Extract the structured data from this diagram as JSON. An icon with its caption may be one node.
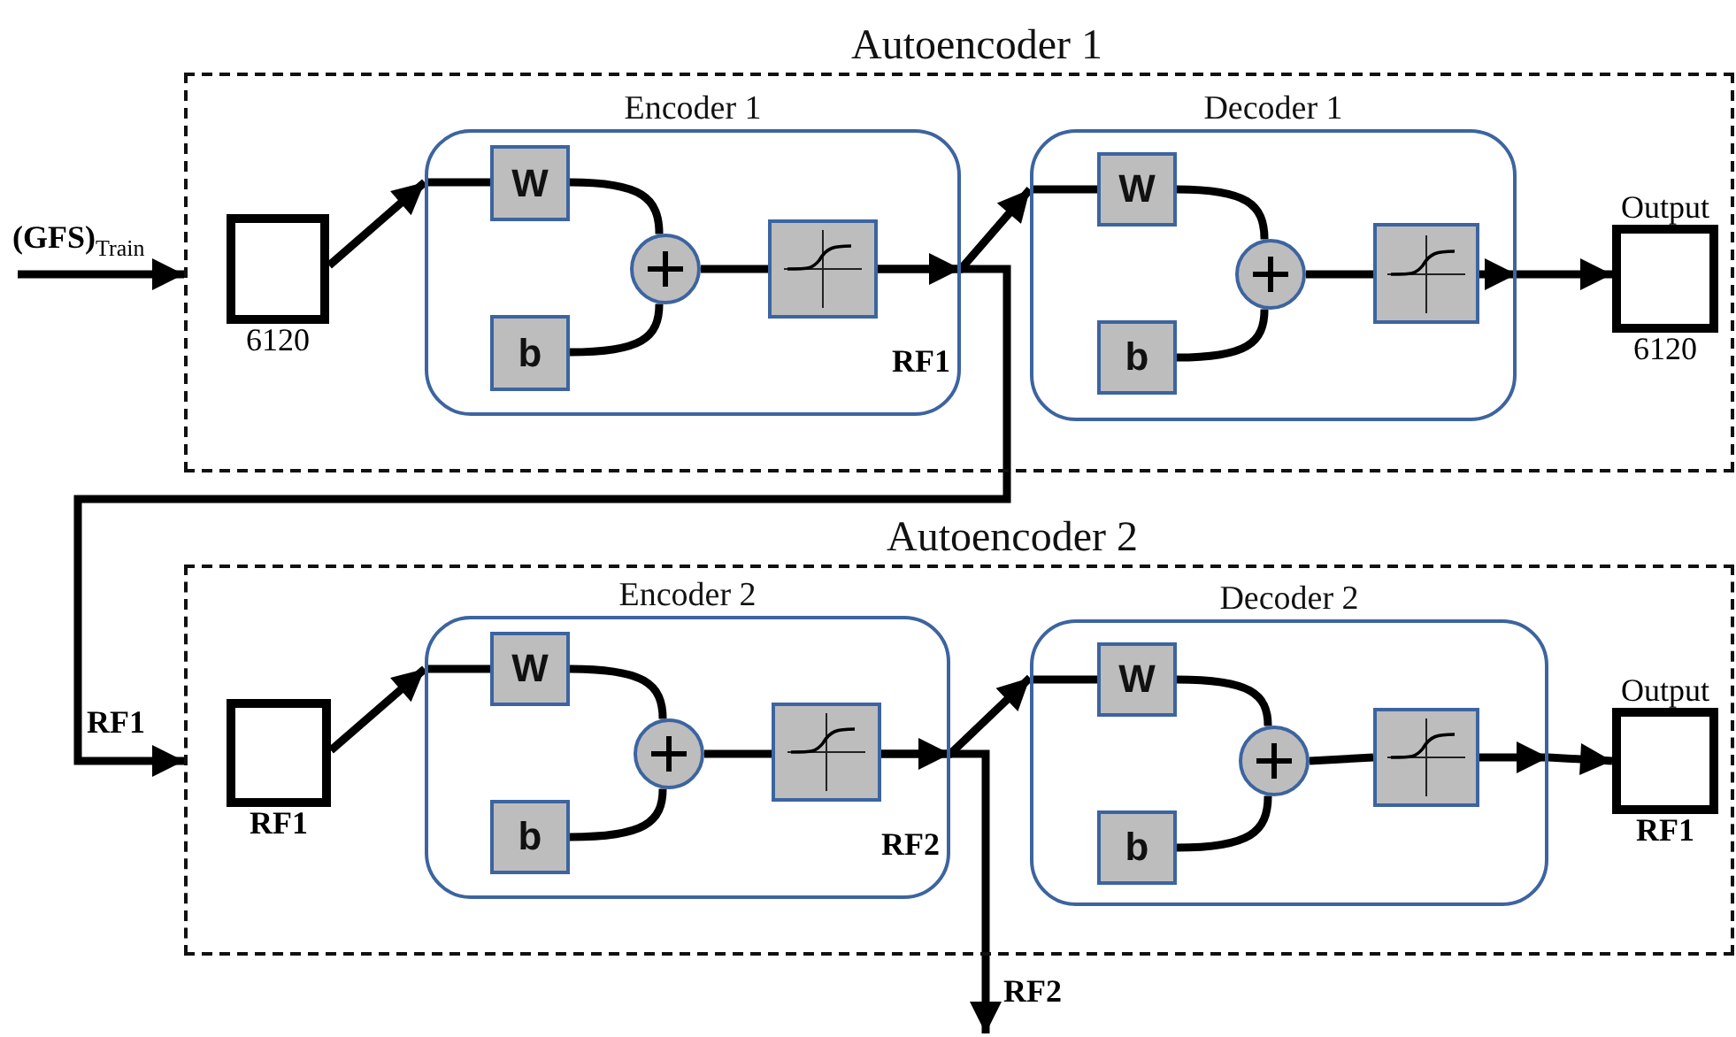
{
  "diagram": {
    "nodes": [
      {
        "text": [
          "Autoencoder 1"
        ]
      },
      {
        "text": [],
        "shape": "box",
        "beside": [
          "6120"
        ],
        "in": 0
      },
      {
        "text": [
          "Encoder 1",
          "RF1"
        ],
        "in": 0
      },
      {
        "text": [
          "W"
        ],
        "in": 2
      },
      {
        "text": [
          "b"
        ],
        "in": 2
      },
      {
        "text": [],
        "shape": "circle",
        "in": 2
      },
      {
        "text": [],
        "shape": "box",
        "in": 2
      },
      {
        "text": [
          "Decoder 1"
        ],
        "in": 0
      },
      {
        "text": [
          "W"
        ],
        "in": 7
      },
      {
        "text": [
          "b"
        ],
        "in": 7
      },
      {
        "text": [],
        "shape": "circle",
        "in": 7
      },
      {
        "text": [],
        "shape": "box",
        "in": 7
      },
      {
        "text": [
          "Output"
        ],
        "beside": [
          "6120"
        ],
        "in": 0
      },
      {
        "text": [
          "Autoencoder 2"
        ]
      },
      {
        "text": [],
        "shape": "box",
        "beside": [
          "RF1"
        ],
        "in": 13
      },
      {
        "text": [
          "Encoder 2",
          "RF2"
        ],
        "in": 13
      },
      {
        "text": [
          "W"
        ],
        "in": 15
      },
      {
        "text": [
          "b"
        ],
        "in": 15
      },
      {
        "text": [],
        "shape": "circle",
        "in": 15
      },
      {
        "text": [],
        "shape": "box",
        "in": 15
      },
      {
        "text": [
          "Decoder 2"
        ],
        "in": 13
      },
      {
        "text": [
          "W"
        ],
        "in": 20
      },
      {
        "text": [
          "b"
        ],
        "in": 20
      },
      {
        "text": [],
        "shape": "circle",
        "in": 20
      },
      {
        "text": [],
        "shape": "box",
        "in": 20
      },
      {
        "text": [
          "Output"
        ],
        "beside": [
          "RF1"
        ],
        "in": 13
      }
    ],
    "edges": [
      {
        "from": null,
        "to": 0,
        "arrow": "to",
        "label": "**(GFS)**$_{Train}$"
      },
      {
        "from": 1,
        "to": 2,
        "arrow": "to"
      },
      {
        "from": 2,
        "to": 3,
        "arrow": "none"
      },
      {
        "from": 3,
        "to": 5,
        "arrow": "none"
      },
      {
        "from": 4,
        "to": 5,
        "arrow": "none"
      },
      {
        "from": 5,
        "to": 6,
        "arrow": "none"
      },
      {
        "from": 6,
        "to": 7,
        "arrow": "to"
      },
      {
        "from": 6,
        "to": 13,
        "arrow": "to",
        "label": "RF1"
      },
      {
        "from": 7,
        "to": 8,
        "arrow": "none"
      },
      {
        "from": 8,
        "to": 10,
        "arrow": "none"
      },
      {
        "from": 9,
        "to": 10,
        "arrow": "none"
      },
      {
        "from": 10,
        "to": 11,
        "arrow": "none"
      },
      {
        "from": 11,
        "to": 12,
        "arrow": "to"
      },
      {
        "from": 14,
        "to": 15,
        "arrow": "to"
      },
      {
        "from": 15,
        "to": 16,
        "arrow": "none"
      },
      {
        "from": 16,
        "to": 18,
        "arrow": "none"
      },
      {
        "from": 17,
        "to": 18,
        "arrow": "none"
      },
      {
        "from": 18,
        "to": 19,
        "arrow": "none"
      },
      {
        "from": 19,
        "to": 20,
        "arrow": "to"
      },
      {
        "from": 19,
        "to": null,
        "arrow": "to",
        "label": "RF2"
      },
      {
        "from": 20,
        "to": 21,
        "arrow": "none"
      },
      {
        "from": 21,
        "to": 23,
        "arrow": "none"
      },
      {
        "from": 22,
        "to": 23,
        "arrow": "none"
      },
      {
        "from": 23,
        "to": 24,
        "arrow": "none"
      },
      {
        "from": 24,
        "to": 25,
        "arrow": "to"
      }
    ]
  }
}
